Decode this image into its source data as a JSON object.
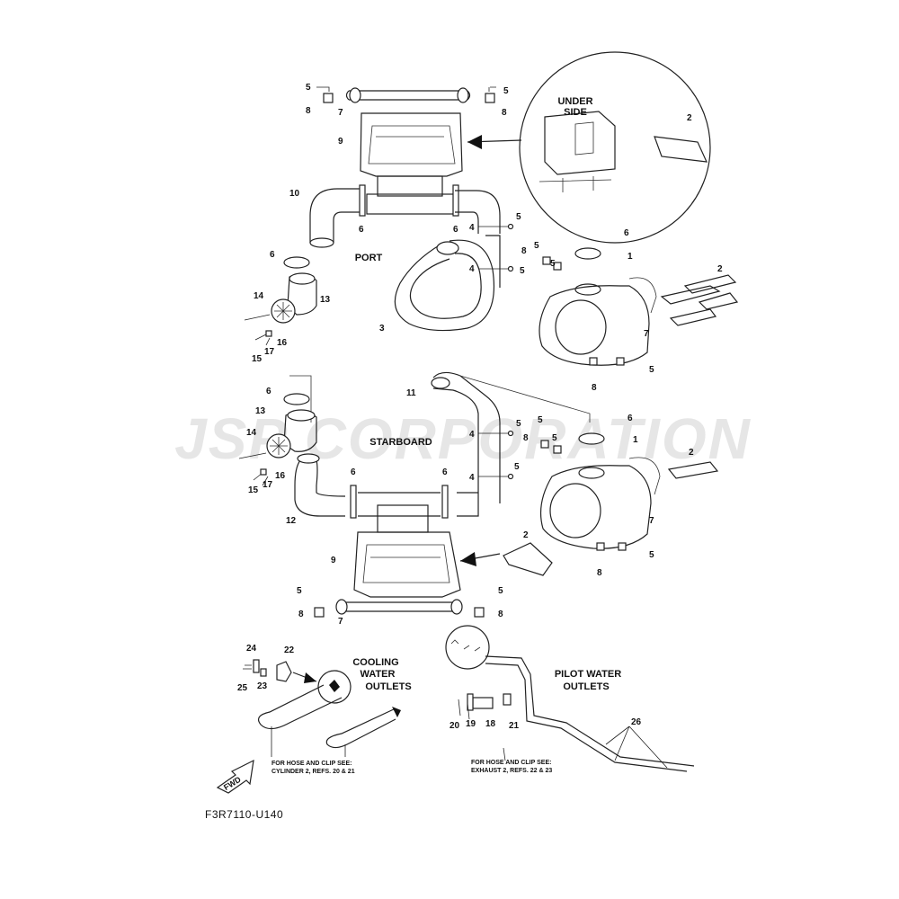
{
  "watermark": "JSP CORPORATION",
  "labels": {
    "port": "PORT",
    "starboard": "STARBOARD",
    "underside_line1": "UNDER",
    "underside_line2": "SIDE",
    "cooling_line1": "COOLING",
    "cooling_line2": "WATER",
    "cooling_line3": "OUTLETS",
    "pilot_line1": "PILOT WATER",
    "pilot_line2": "OUTLETS",
    "fwd": "FWD"
  },
  "notes": {
    "cooling_line1": "FOR HOSE AND CLIP SEE:",
    "cooling_line2": "CYLINDER 2, REFS. 20 & 21",
    "pilot_line1": "FOR HOSE AND CLIP SEE:",
    "pilot_line2": "EXHAUST 2, REFS. 22 & 23"
  },
  "diagram_code": "F3R7110-U140",
  "callouts": {
    "p5_tl": "5",
    "p8_tl": "8",
    "p7_t": "7",
    "p5_tr": "5",
    "p8_tr": "8",
    "p9_t": "9",
    "p2_u": "2",
    "p10": "10",
    "p6_a": "6",
    "p6_b": "6",
    "p4_a": "4",
    "p5_a": "5",
    "p4_b": "4",
    "p5_b": "5",
    "p6_c": "6",
    "p8_c": "8",
    "p5_c": "5",
    "p5_d": "5",
    "p6_d": "6",
    "p1_a": "1",
    "p2_a": "2",
    "p14_a": "14",
    "p13_a": "13",
    "p16_a": "16",
    "p17_a": "17",
    "p15_a": "15",
    "p3": "3",
    "p7_a": "7",
    "p5_e": "5",
    "p8_e": "8",
    "p6_e": "6",
    "p11": "11",
    "p13_b": "13",
    "p14_b": "14",
    "p16_b": "16",
    "p17_b": "17",
    "p15_b": "15",
    "p5_f": "5",
    "p4_c": "4",
    "p5_g": "5",
    "p8_g": "8",
    "p5_h": "5",
    "p6_f": "6",
    "p1_b": "1",
    "p5_i": "5",
    "p4_d": "4",
    "p6_g": "6",
    "p6_h": "6",
    "p12": "12",
    "p2_b": "2",
    "p7_b": "7",
    "p2_c": "2",
    "p5_j": "5",
    "p8_j": "8",
    "p9_b": "9",
    "p5_bl": "5",
    "p8_bl": "8",
    "p7_bot": "7",
    "p5_br": "5",
    "p8_br": "8",
    "p24": "24",
    "p22": "22",
    "p25": "25",
    "p23": "23",
    "p20": "20",
    "p19": "19",
    "p18": "18",
    "p21": "21",
    "p26": "26"
  }
}
